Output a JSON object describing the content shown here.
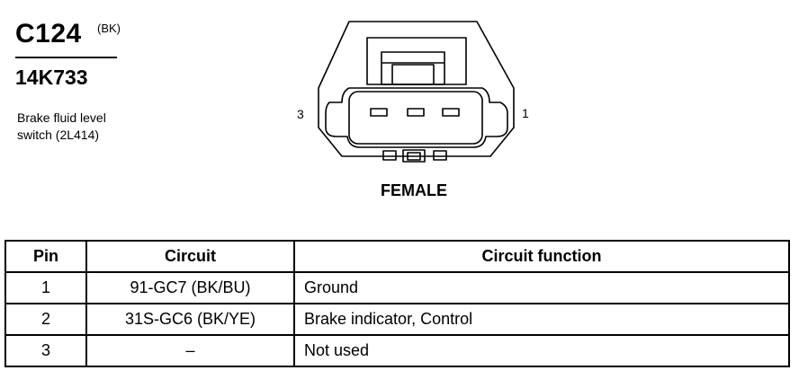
{
  "header": {
    "connector_id": "C124",
    "color_code": "(BK)",
    "part_number": "14K733",
    "description_line1": "Brake fluid level",
    "description_line2": "switch (2L414)"
  },
  "diagram": {
    "pin_left_label": "3",
    "pin_right_label": "1",
    "gender_label": "FEMALE"
  },
  "table": {
    "headers": {
      "pin": "Pin",
      "circuit": "Circuit",
      "function": "Circuit function"
    },
    "rows": [
      {
        "pin": "1",
        "circuit": "91-GC7 (BK/BU)",
        "function": "Ground"
      },
      {
        "pin": "2",
        "circuit": "31S-GC6 (BK/YE)",
        "function": "Brake indicator, Control"
      },
      {
        "pin": "3",
        "circuit": "–",
        "function": "Not used"
      }
    ]
  }
}
